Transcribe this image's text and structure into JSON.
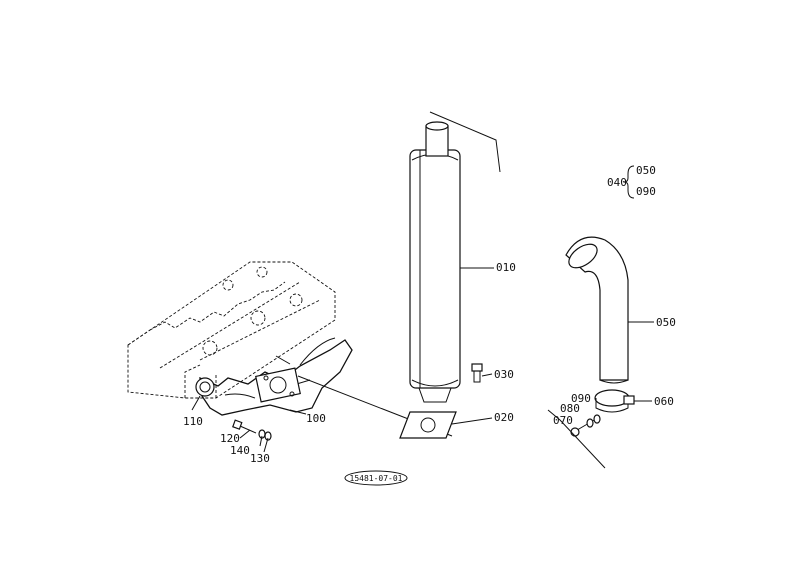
{
  "labels": {
    "p010": "010",
    "p020": "020",
    "p030": "030",
    "p040": "040",
    "p050a": "050",
    "p050b": "050",
    "p060": "060",
    "p070": "070",
    "p080": "080",
    "p090a": "090",
    "p090b": "090",
    "p100": "100",
    "p110": "110",
    "p120": "120",
    "p130": "130",
    "p140": "140"
  },
  "figure_code": "15481-07-01"
}
